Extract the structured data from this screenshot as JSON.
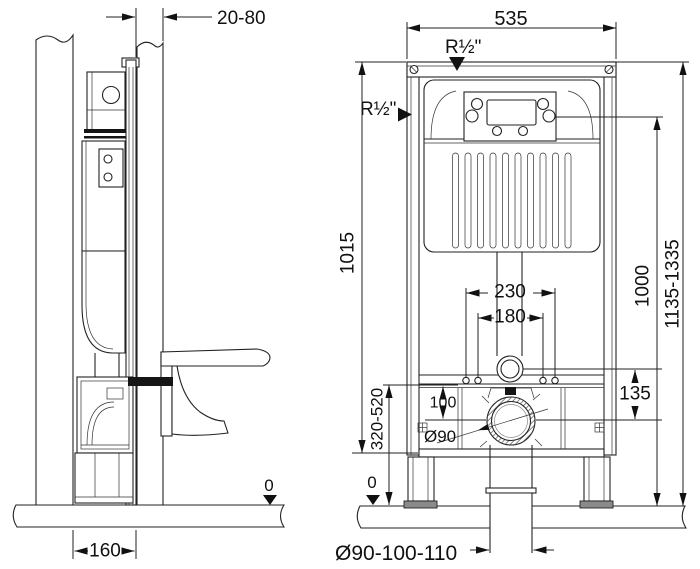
{
  "side_view": {
    "dim_wall_offset": "20-80",
    "dim_frame_depth": "160",
    "floor_level": "0"
  },
  "front_view": {
    "dim_frame_width": "535",
    "label_water_top": "R½\"",
    "label_water_side": "R½\"",
    "dim_frame_height": "1015",
    "dim_plate_height": "1000",
    "dim_total_height": "1135-1335",
    "dim_fix_outer": "230",
    "dim_fix_inner": "180",
    "dim_inlet_drain": "135",
    "dim_bar_drain": "100",
    "dim_drain_range": "320-520",
    "label_drain_dia": "Ø90",
    "floor_level": "0",
    "dim_pipe_dia": "Ø90-100-110"
  }
}
